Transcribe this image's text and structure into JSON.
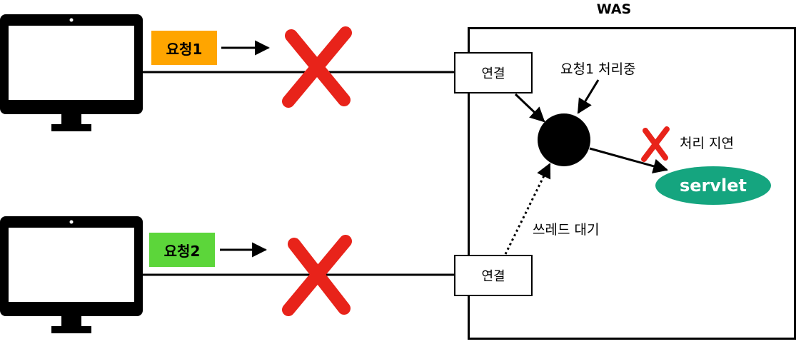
{
  "was": {
    "title": "WAS"
  },
  "clients": [
    {
      "request_label": "요청1",
      "request_color": "#ffa500",
      "connection_label": "연결"
    },
    {
      "request_label": "요청2",
      "request_color": "#5cd63a",
      "connection_label": "연결"
    }
  ],
  "thread": {
    "processing_label": "요청1 처리중",
    "waiting_label": "쓰레드 대기"
  },
  "servlet": {
    "label": "servlet",
    "color": "#15a57f",
    "delay_label": "처리 지연"
  },
  "colors": {
    "cross": "#e8231a",
    "line": "#000000"
  }
}
